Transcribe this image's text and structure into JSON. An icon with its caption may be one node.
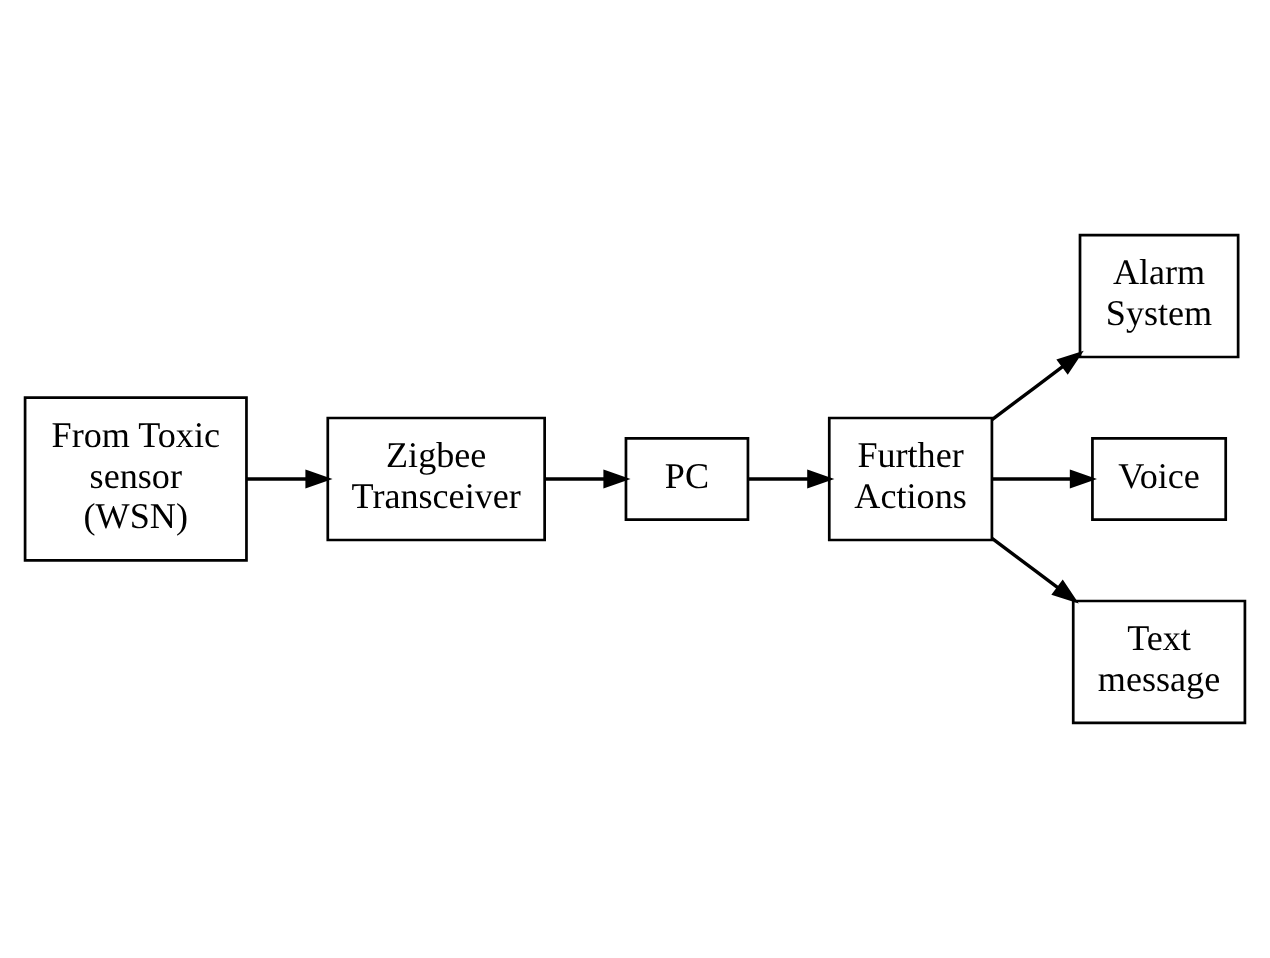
{
  "diagram": {
    "nodes": [
      {
        "text": [
          "From Toxic sensor (WSN)"
        ]
      },
      {
        "text": [
          "Zigbee Transceiver"
        ]
      },
      {
        "text": [
          "PC"
        ]
      },
      {
        "text": [
          "Alarm System"
        ]
      },
      {
        "text": [
          "Further Actions"
        ]
      },
      {
        "text": [
          "Voice"
        ]
      },
      {
        "text": [
          "Text message"
        ]
      }
    ],
    "edges": [
      {
        "from": 0,
        "to": 1,
        "arrow": "to"
      },
      {
        "from": 1,
        "to": 2,
        "arrow": "to"
      },
      {
        "from": 2,
        "to": 4,
        "arrow": "to"
      },
      {
        "from": 4,
        "to": 3,
        "arrow": "to"
      },
      {
        "from": 4,
        "to": 5,
        "arrow": "to"
      },
      {
        "from": 4,
        "to": 6,
        "arrow": "to"
      }
    ]
  }
}
